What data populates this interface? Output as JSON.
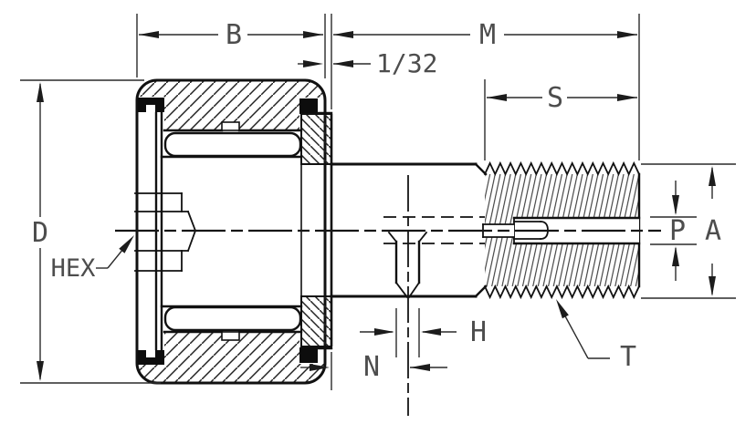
{
  "drawing": {
    "view": "cam-follower-stud-cross-section",
    "dimension_labels": {
      "b": "B",
      "m": "M",
      "offset_1_32": "1/32",
      "s": "S",
      "d": "D",
      "hex": "HEX",
      "p": "P",
      "a": "A",
      "n": "N",
      "h": "H",
      "t": "T"
    },
    "colors": {
      "background": "#ffffff",
      "part_line": "#111111",
      "dimension_line": "#2a2a2a",
      "label_text": "#4d4d4d"
    }
  }
}
